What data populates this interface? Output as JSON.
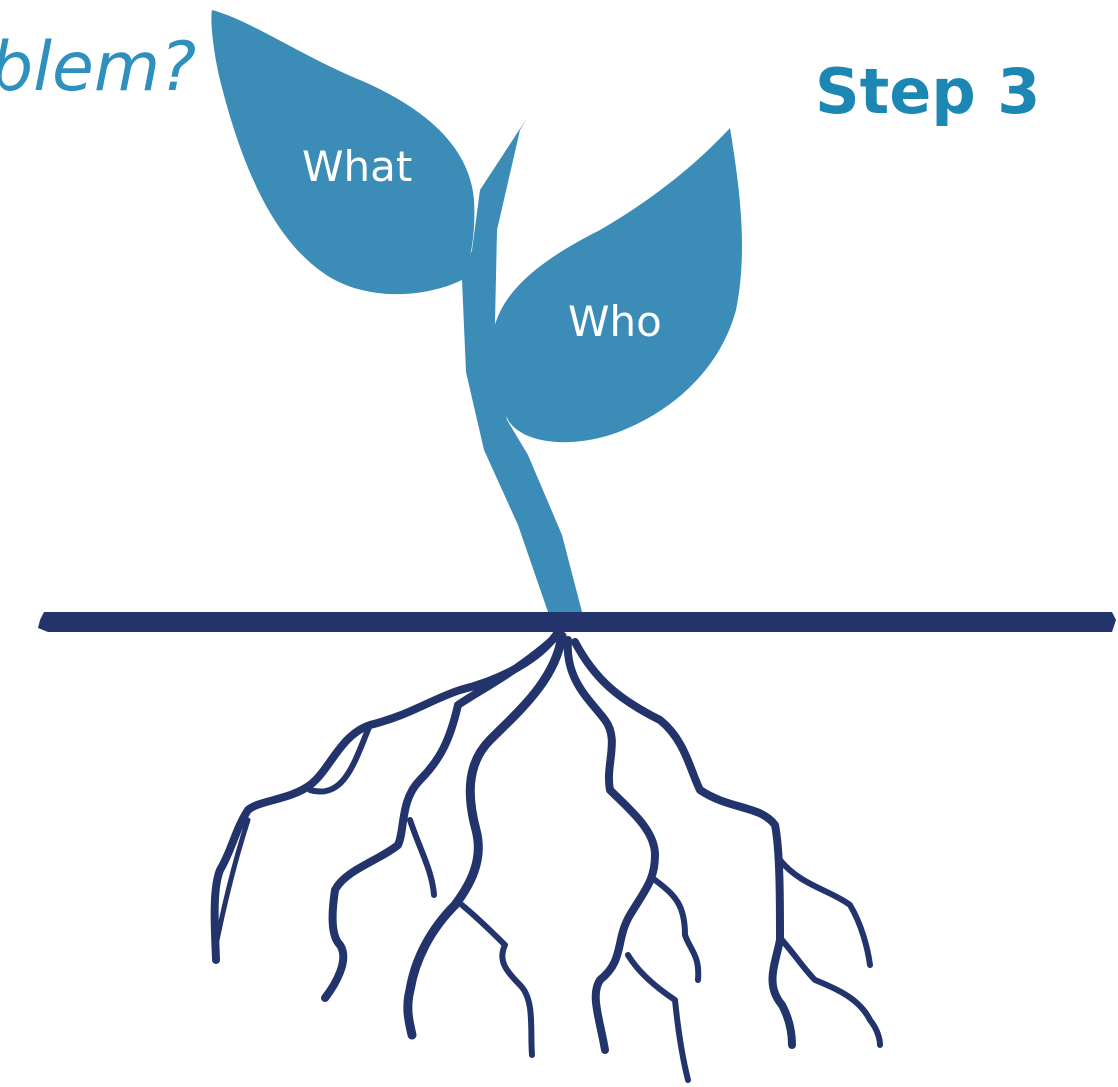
{
  "title": "blem?",
  "step": "Step 3",
  "leaves": {
    "left": "What",
    "right": "Who"
  },
  "colors": {
    "plant": "#3b8cb7",
    "ground_and_roots": "#22346b",
    "title": "#2f8fbd",
    "step": "#1d87b4",
    "leaf_text": "#ffffff"
  }
}
